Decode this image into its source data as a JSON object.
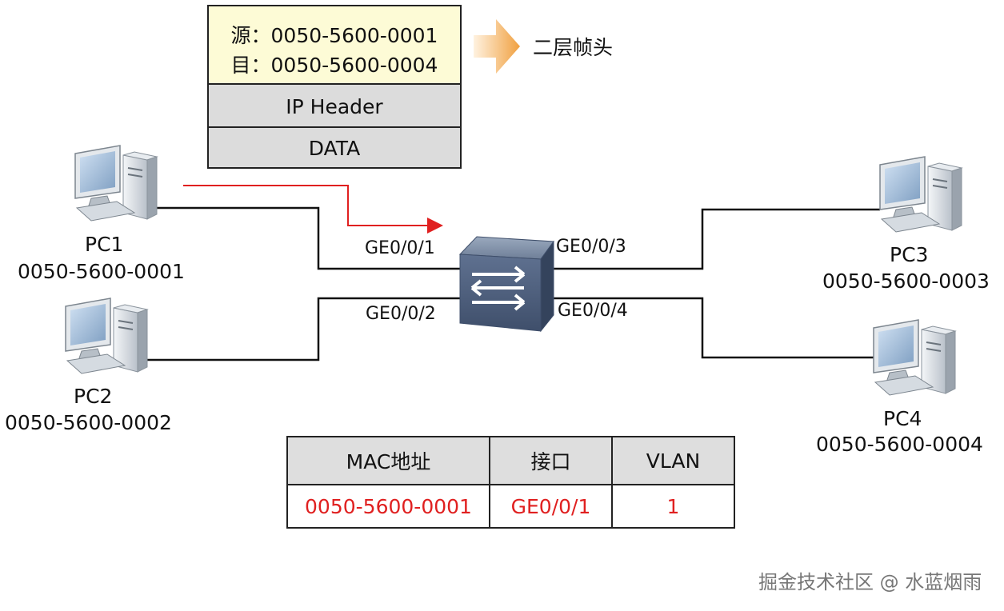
{
  "frame": {
    "src_line": "源：0050-5600-0001",
    "dst_line": "目：0050-5600-0004",
    "ip_header": "IP Header",
    "data": "DATA",
    "arrow_label": "二层帧头"
  },
  "pcs": [
    {
      "name": "PC1",
      "mac": "0050-5600-0001"
    },
    {
      "name": "PC2",
      "mac": "0050-5600-0002"
    },
    {
      "name": "PC3",
      "mac": "0050-5600-0003"
    },
    {
      "name": "PC4",
      "mac": "0050-5600-0004"
    }
  ],
  "ports": [
    "GE0/0/1",
    "GE0/0/2",
    "GE0/0/3",
    "GE0/0/4"
  ],
  "mac_table": {
    "headers": [
      "MAC地址",
      "接口",
      "VLAN"
    ],
    "rows": [
      [
        "0050-5600-0001",
        "GE0/0/1",
        "1"
      ]
    ]
  },
  "watermark": "掘金技术社区 @ 水蓝烟雨",
  "colors": {
    "highlight": "#e02020",
    "arrow": "#f0a040",
    "l2_fill": "#fdfbd6",
    "gray_fill": "#dcdcdc"
  }
}
